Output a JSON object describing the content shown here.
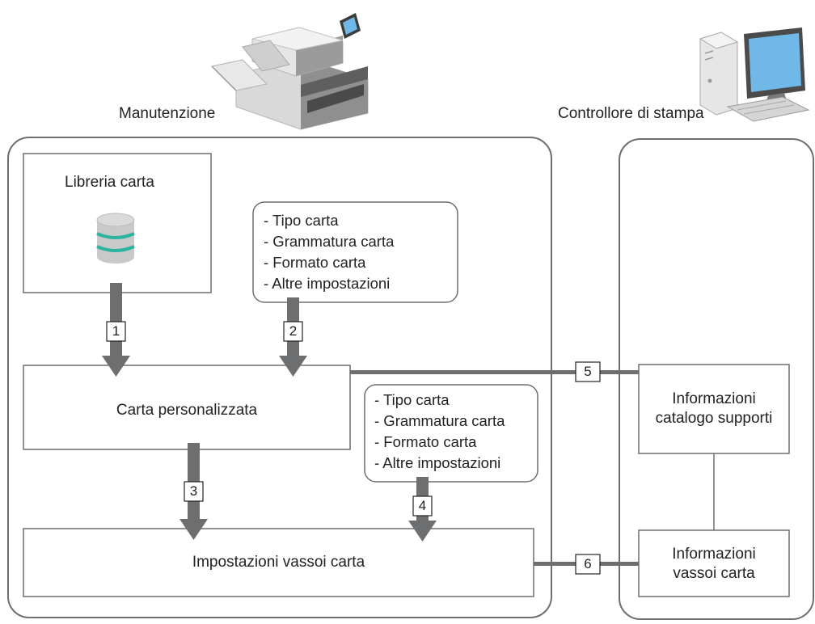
{
  "labels": {
    "maintenance": "Manutenzione",
    "print_controller": "Controllore di stampa"
  },
  "nodes": {
    "paper_library": "Libreria carta",
    "custom_paper": "Carta personalizzata",
    "tray_settings": "Impostazioni vassoi carta",
    "media_catalog_line1": "Informazioni",
    "media_catalog_line2": "catalogo supporti",
    "tray_info_line1": "Informazioni",
    "tray_info_line2": "vassoi carta"
  },
  "settings_list_a": [
    "- Tipo carta",
    "- Grammatura carta",
    "- Formato carta",
    "- Altre impostazioni"
  ],
  "settings_list_b": [
    "- Tipo carta",
    "- Grammatura carta",
    "- Formato carta",
    "- Altre impostazioni"
  ],
  "steps": [
    "1",
    "2",
    "3",
    "4",
    "5",
    "6"
  ],
  "colors": {
    "arrow": "#6d6e70",
    "border": "#6d6e70",
    "database_band": "#2bb5a0",
    "monitor_screen": "#6fb8e8"
  },
  "icons": [
    "printer-icon",
    "computer-icon",
    "database-icon"
  ]
}
